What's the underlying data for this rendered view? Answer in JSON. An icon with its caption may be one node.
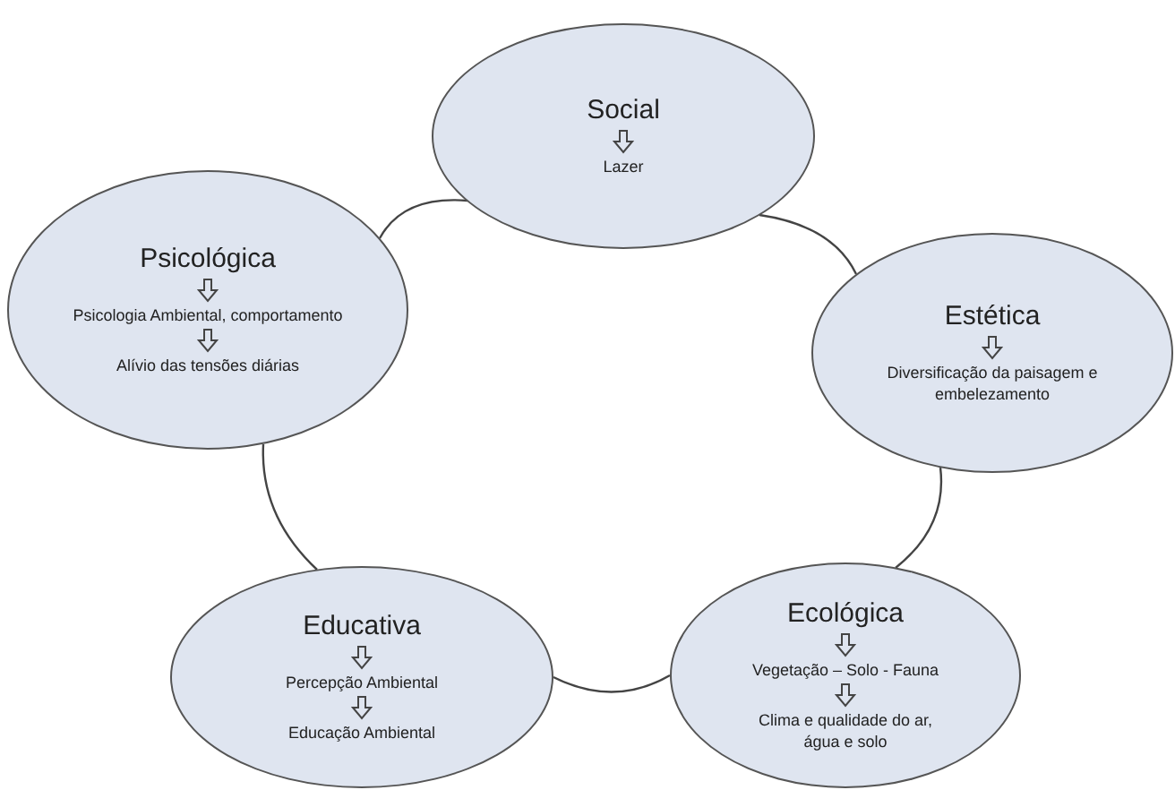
{
  "diagram": {
    "nodes": [
      {
        "text": [
          "Social",
          "Lazer"
        ]
      },
      {
        "text": [
          "Psicológica",
          "Psicologia Ambiental, comportamento",
          "Alívio das tensões diárias"
        ]
      },
      {
        "text": [
          "Estética",
          "Diversificação da paisagem e embelezamento"
        ]
      },
      {
        "text": [
          "Educativa",
          "Percepção Ambiental",
          "Educação Ambiental"
        ]
      },
      {
        "text": [
          "Ecológica",
          "Vegetação – Solo - Fauna",
          "Clima e qualidade do ar, água e solo"
        ]
      }
    ],
    "edges": [
      {
        "from": 0,
        "to": 2,
        "arrow": "none"
      },
      {
        "from": 2,
        "to": 4,
        "arrow": "none"
      },
      {
        "from": 4,
        "to": 3,
        "arrow": "none"
      },
      {
        "from": 3,
        "to": 1,
        "arrow": "none"
      },
      {
        "from": 1,
        "to": 0,
        "arrow": "none"
      }
    ]
  }
}
